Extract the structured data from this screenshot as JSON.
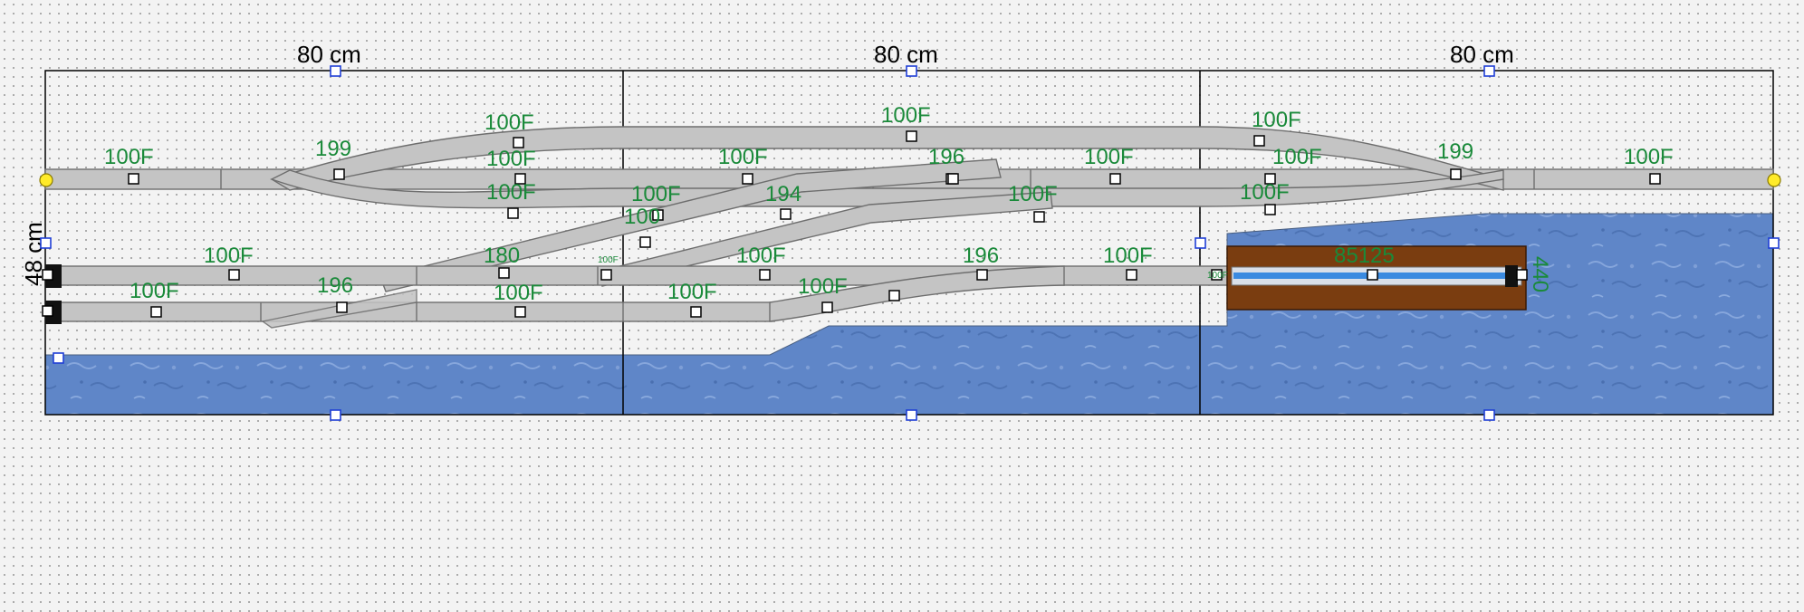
{
  "colors": {
    "water": "#5f86c8",
    "track": "#c4c4c4",
    "label": "#1a8a3a",
    "baseboard_line": "#000000",
    "sector_plate": "#7a3d10",
    "sector_rail": "#3a8ae0",
    "handle": "#1f3fd6",
    "endpoint": "#ffeb2a"
  },
  "dimensions": {
    "board1_width": "80 cm",
    "board2_width": "80 cm",
    "board3_width": "80 cm",
    "board_depth": "48 cm"
  },
  "labels": {
    "main_left": "100F",
    "main_right": "100F",
    "turnout_199_left": "199",
    "turnout_199_right": "199",
    "top_loop_1": "100F",
    "top_loop_2": "100F",
    "top_loop_3": "100F",
    "mid_1": "100F",
    "mid_2": "100F",
    "mid_3": "100F",
    "mid_4": "100F",
    "mid_5": "100F",
    "mid_6": "100F",
    "mid_7": "100F",
    "turnout_196_top": "196",
    "turnout_194": "194",
    "lower_left_1": "100F",
    "lower_left_2": "100F",
    "turnout_180": "180",
    "turnout_196_left": "196",
    "lower_mid_1": "100F",
    "lower_mid_2": "100F",
    "lower_mid_3": "100F",
    "lower_mid_4": "100F",
    "lower_mid_5": "100F",
    "turnout_196_right": "196",
    "small_1": "100F",
    "small_2": "100F",
    "small_3": "100F",
    "partial_label": "100",
    "sector_plate": "85125",
    "sector_length": "440"
  }
}
